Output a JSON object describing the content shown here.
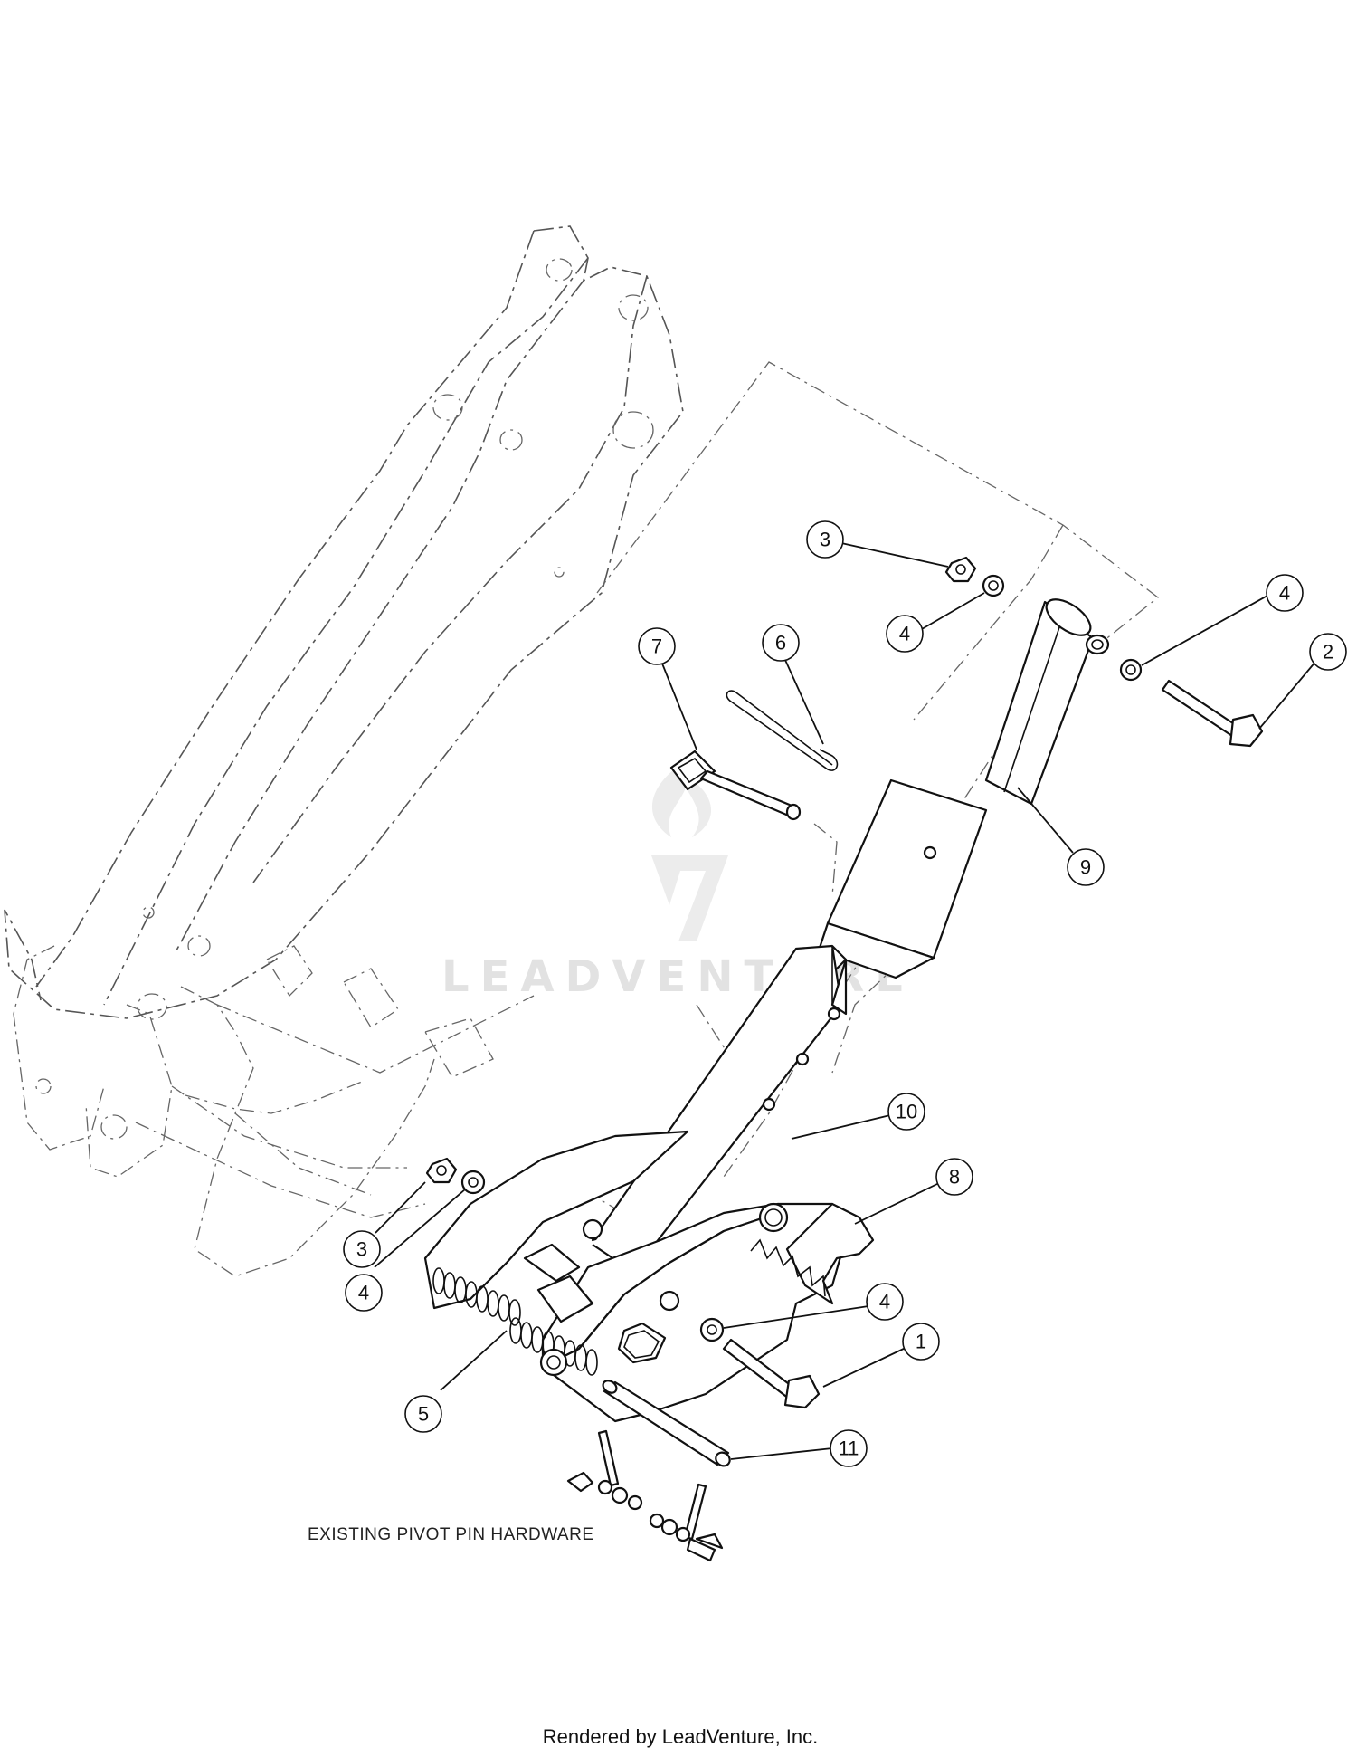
{
  "diagram": {
    "note": "EXISTING PIVOT PIN HARDWARE",
    "footer": "Rendered by LeadVenture, Inc.",
    "watermark": "LEADVENTURE",
    "callouts": [
      {
        "id": "c3-top",
        "label": "3"
      },
      {
        "id": "c4-top-left",
        "label": "4"
      },
      {
        "id": "c4-top-right",
        "label": "4"
      },
      {
        "id": "c2",
        "label": "2"
      },
      {
        "id": "c7",
        "label": "7"
      },
      {
        "id": "c6",
        "label": "6"
      },
      {
        "id": "c9",
        "label": "9"
      },
      {
        "id": "c10",
        "label": "10"
      },
      {
        "id": "c8",
        "label": "8"
      },
      {
        "id": "c3-bottom",
        "label": "3"
      },
      {
        "id": "c4-bottom-left",
        "label": "4"
      },
      {
        "id": "c4-bottom-right",
        "label": "4"
      },
      {
        "id": "c1",
        "label": "1"
      },
      {
        "id": "c5",
        "label": "5"
      },
      {
        "id": "c11",
        "label": "11"
      }
    ]
  }
}
